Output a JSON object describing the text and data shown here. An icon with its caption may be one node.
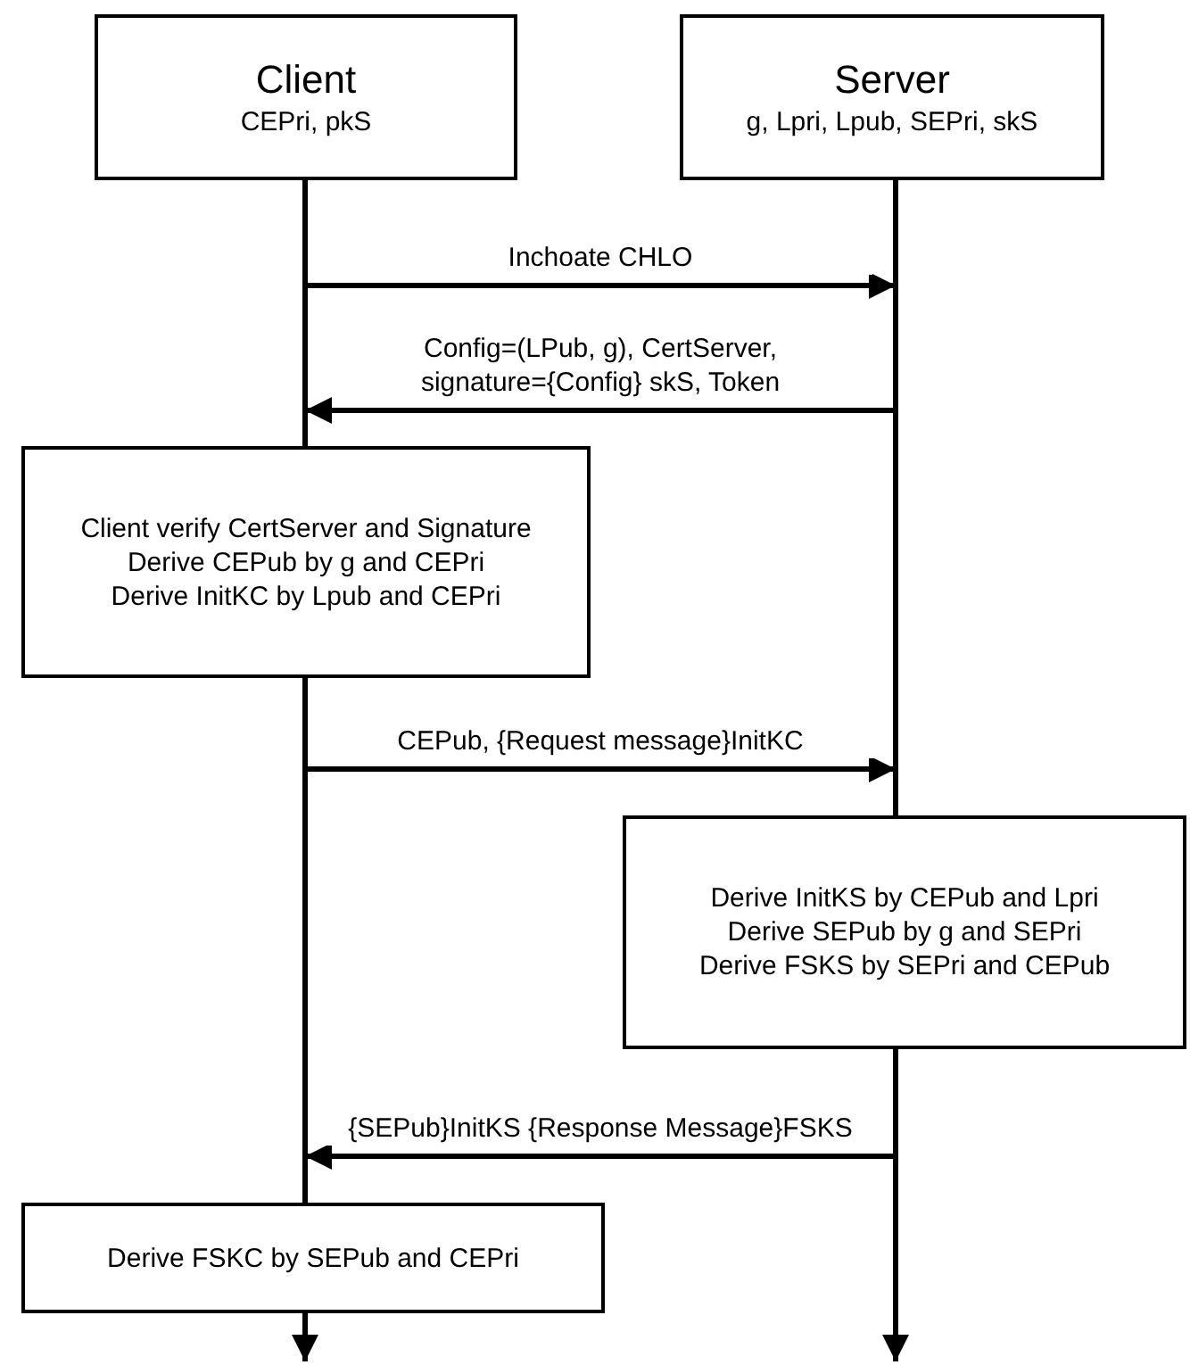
{
  "diagram": {
    "nodes": [
      {
        "text": [
          "Client",
          "CEPri, pkS"
        ]
      },
      {
        "text": [
          "Server",
          "g, Lpri, Lpub, SEPri, skS"
        ]
      },
      {
        "text": [
          "Client verify CertServer and Signature",
          "Derive CEPub by g and CEPri",
          "Derive InitKC by Lpub and CEPri"
        ]
      },
      {
        "text": [
          "Derive InitKS by CEPub and Lpri",
          "Derive SEPub by g and SEPri",
          "Derive FSKS by SEPri and CEPub"
        ]
      },
      {
        "text": [
          "Derive FSKC by SEPub and CEPri"
        ]
      }
    ],
    "edges": [
      {
        "from": 0,
        "to": 1,
        "arrow": "to",
        "label": "Inchoate CHLO"
      },
      {
        "from": 1,
        "to": 2,
        "arrow": "to",
        "label": "Config=(LPub, g), CertServer, signature={Config} skS, Token"
      },
      {
        "from": 2,
        "to": 3,
        "arrow": "to",
        "label": "CEPub, {Request message}InitKC"
      },
      {
        "from": 3,
        "to": 4,
        "arrow": "to",
        "label": "{SEPub}InitKS {Response Message}FSKS"
      },
      {
        "from": 0,
        "to": 2,
        "arrow": "none"
      },
      {
        "from": 2,
        "to": 4,
        "arrow": "none"
      },
      {
        "from": 4,
        "to": null,
        "arrow": "to"
      },
      {
        "from": 1,
        "to": 3,
        "arrow": "none"
      },
      {
        "from": 3,
        "to": null,
        "arrow": "to"
      }
    ]
  }
}
